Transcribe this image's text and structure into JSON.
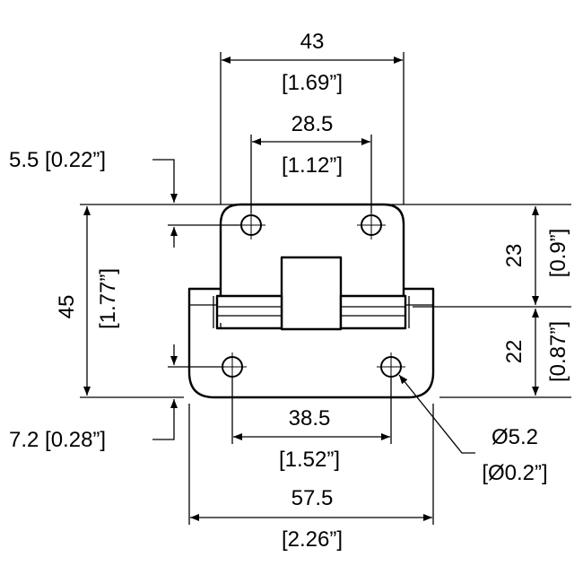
{
  "diagram": {
    "type": "hinge technical drawing",
    "line_color": "#000000",
    "background": "#ffffff",
    "dimensions": {
      "top_leaf_width": {
        "metric": "43",
        "imperial": "[1.69”]"
      },
      "top_hole_spacing": {
        "metric": "28.5",
        "imperial": "[1.12”]"
      },
      "top_hole_offset": {
        "text": "5.5 [0.22”]"
      },
      "overall_height": {
        "metric": "45",
        "imperial": "[1.77”]"
      },
      "upper_height": {
        "metric": "23",
        "imperial": "[0.9”]"
      },
      "lower_height": {
        "metric": "22",
        "imperial": "[0.87”]"
      },
      "bottom_hole_offset": {
        "text": "7.2 [0.28”]"
      },
      "bottom_hole_spacing": {
        "metric": "38.5",
        "imperial": "[1.52”]"
      },
      "hole_diameter": {
        "metric": "Ø5.2",
        "imperial": "[Ø0.2”]"
      },
      "bottom_leaf_width": {
        "metric": "57.5",
        "imperial": "[2.26”]"
      }
    }
  }
}
